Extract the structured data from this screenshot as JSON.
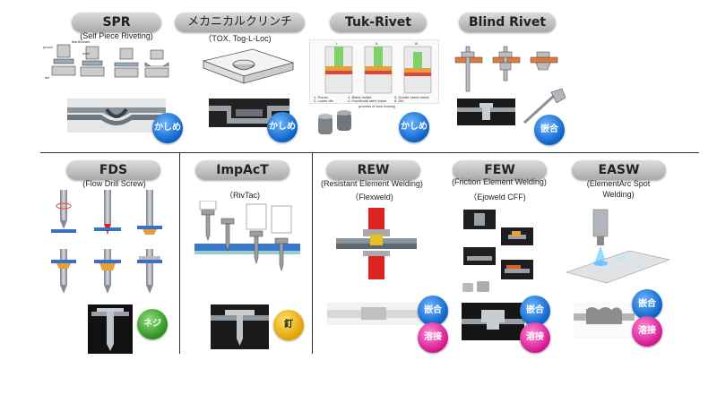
{
  "sections": [
    {
      "title": "SPR",
      "subtitle": "(Self Piece Riveting)",
      "badges": [
        {
          "label": "かしめ",
          "color": "#0a62c9"
        }
      ],
      "figure_labels": [
        "punch",
        "blankholder",
        "rivet",
        "die"
      ]
    },
    {
      "title": "メカニカルクリンチ",
      "subtitle": "（TOX, Tog-L-Loc)",
      "badges": [
        {
          "label": "かしめ",
          "color": "#0a62c9"
        }
      ]
    },
    {
      "title": "Tuk-Rivet",
      "subtitle": "",
      "badges": [
        {
          "label": "かしめ",
          "color": "#0a62c9"
        }
      ],
      "figure_labels": [
        "I.",
        "II.",
        "III."
      ],
      "caption": "process of tuck riveting",
      "legend": [
        "1. Punch",
        "2. Lower die",
        "3. Blank holder",
        "4. Functional steel insert",
        "5. Ductile sheet metal",
        "6. Die"
      ]
    },
    {
      "title": "Blind Rivet",
      "subtitle": "",
      "badges": [
        {
          "label": "嵌合",
          "color": "#0a62c9"
        }
      ]
    },
    {
      "title": "FDS",
      "subtitle": "(Flow Drill Screw)",
      "badges": [
        {
          "label": "ネジ",
          "color": "#2f8f20"
        }
      ]
    },
    {
      "title": "ImpAcT",
      "subtitle": "（RivTac)",
      "badges": [
        {
          "label": "釘",
          "color": "#e0a000"
        }
      ]
    },
    {
      "title": "REW",
      "subtitle": "(Resistant Element Welding)",
      "subtitle2": "（Flexweld)",
      "badges": [
        {
          "label": "嵌合",
          "color": "#0a62c9"
        },
        {
          "label": "溶接",
          "color": "#d3168f"
        }
      ]
    },
    {
      "title": "FEW",
      "subtitle": "(Friction Element Welding)",
      "subtitle2": "（Ejoweld CFF)",
      "badges": [
        {
          "label": "嵌合",
          "color": "#0a62c9"
        },
        {
          "label": "溶接",
          "color": "#d3168f"
        }
      ]
    },
    {
      "title": "EASW",
      "subtitle": "(ElementArc Spot",
      "subtitle2": "Welding)",
      "badges": [
        {
          "label": "嵌合",
          "color": "#0a62c9"
        },
        {
          "label": "溶接",
          "color": "#d3168f"
        }
      ]
    }
  ]
}
